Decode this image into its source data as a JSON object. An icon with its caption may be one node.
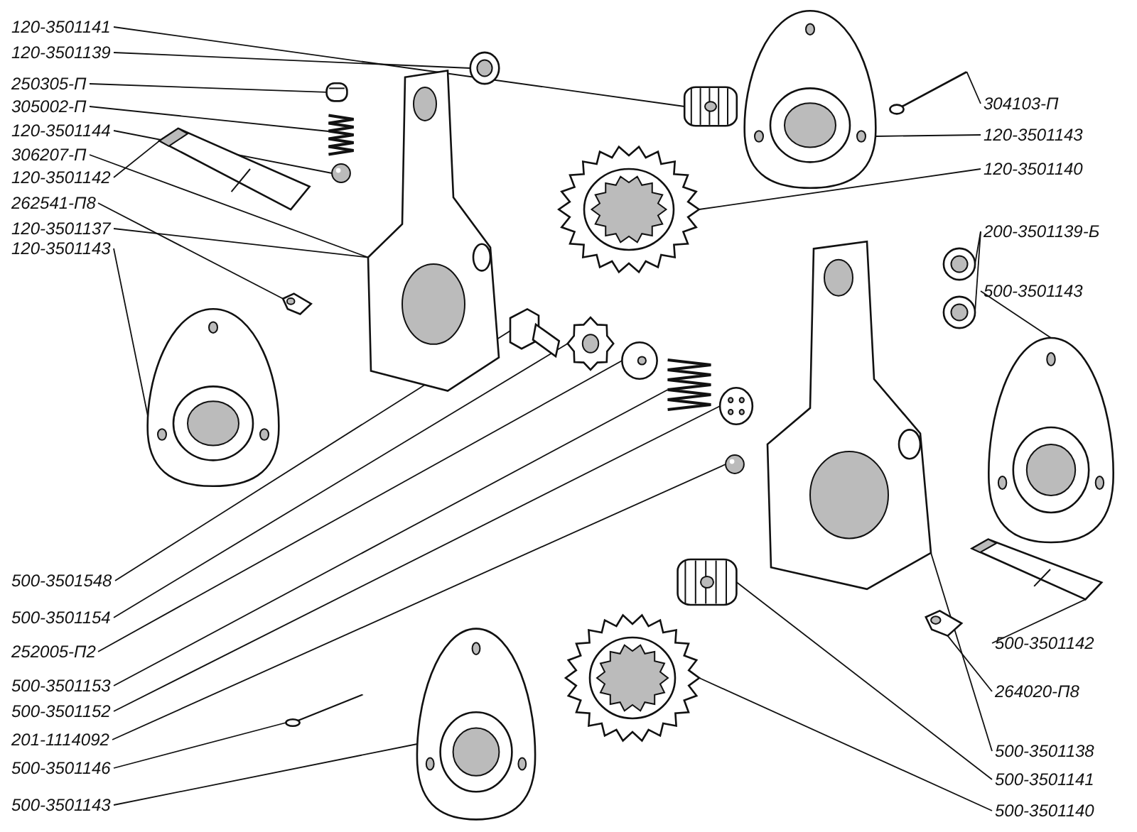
{
  "diagram": {
    "nodes": [
      {
        "text": [
          "120-3501141"
        ]
      },
      {
        "text": [
          "120-3501139"
        ]
      },
      {
        "text": [
          "250305-П"
        ]
      },
      {
        "text": [
          "305002-П"
        ]
      },
      {
        "text": [
          "120-3501144"
        ]
      },
      {
        "text": [
          "306207-П"
        ]
      },
      {
        "text": [
          "120-3501142"
        ]
      },
      {
        "text": [
          "262541-П8"
        ]
      },
      {
        "text": [
          "120-3501137"
        ]
      },
      {
        "text": [
          "120-3501143"
        ]
      },
      {
        "text": [
          "500-3501548"
        ]
      },
      {
        "text": [
          "500-3501154"
        ]
      },
      {
        "text": [
          "252005-П2"
        ]
      },
      {
        "text": [
          "500-3501153"
        ]
      },
      {
        "text": [
          "500-3501152"
        ]
      },
      {
        "text": [
          "201-1114092"
        ]
      },
      {
        "text": [
          "500-3501146"
        ]
      },
      {
        "text": [
          "500-3501143"
        ]
      },
      {
        "text": [
          "304103-П"
        ]
      },
      {
        "text": [
          "120-3501143"
        ]
      },
      {
        "text": [
          "120-3501140"
        ]
      },
      {
        "text": [
          "200-3501139-Б"
        ]
      },
      {
        "text": [
          "500-3501143"
        ]
      },
      {
        "text": [
          "500-3501142"
        ]
      },
      {
        "text": [
          "264020-П8"
        ]
      },
      {
        "text": [
          "500-3501138"
        ]
      },
      {
        "text": [
          "500-3501141"
        ]
      },
      {
        "text": [
          "500-3501140"
        ]
      },
      {
        "text": [],
        "shape": "picture"
      },
      {
        "text": [],
        "shape": "picture"
      },
      {
        "text": [],
        "shape": "picture"
      },
      {
        "text": [],
        "shape": "picture"
      },
      {
        "text": [],
        "shape": "picture"
      },
      {
        "text": [],
        "shape": "picture"
      },
      {
        "text": [],
        "shape": "picture"
      },
      {
        "text": [],
        "shape": "picture"
      },
      {
        "text": [],
        "shape": "picture"
      },
      {
        "text": [],
        "shape": "picture"
      },
      {
        "text": [],
        "shape": "picture"
      },
      {
        "text": [],
        "shape": "picture"
      },
      {
        "text": [],
        "shape": "picture"
      },
      {
        "text": [],
        "shape": "picture"
      },
      {
        "text": [],
        "shape": "picture"
      },
      {
        "text": [],
        "shape": "picture"
      },
      {
        "text": [],
        "shape": "picture"
      },
      {
        "text": [],
        "shape": "picture"
      },
      {
        "text": [],
        "shape": "picture"
      },
      {
        "text": [],
        "shape": "picture"
      },
      {
        "text": [],
        "shape": "picture"
      },
      {
        "text": [],
        "shape": "picture"
      },
      {
        "text": [],
        "shape": "picture"
      },
      {
        "text": [],
        "shape": "picture"
      },
      {
        "text": [],
        "shape": "picture"
      },
      {
        "text": [],
        "shape": "picture"
      },
      {
        "text": [],
        "shape": "picture"
      },
      {
        "text": [],
        "shape": "picture"
      }
    ],
    "edges": [
      {
        "from": 0,
        "to": 28,
        "arrow": "none"
      },
      {
        "from": 1,
        "to": 29,
        "arrow": "none"
      },
      {
        "from": 2,
        "to": 30,
        "arrow": "none"
      },
      {
        "from": 3,
        "to": 31,
        "arrow": "none"
      },
      {
        "from": 4,
        "to": 32,
        "arrow": "none"
      },
      {
        "from": 5,
        "to": 35,
        "arrow": "none"
      },
      {
        "from": 6,
        "to": 33,
        "arrow": "none"
      },
      {
        "from": 7,
        "to": 34,
        "arrow": "none"
      },
      {
        "from": 8,
        "to": 35,
        "arrow": "none"
      },
      {
        "from": 9,
        "to": 36,
        "arrow": "none"
      },
      {
        "from": 10,
        "to": 37,
        "arrow": "none"
      },
      {
        "from": 11,
        "to": 38,
        "arrow": "none"
      },
      {
        "from": 12,
        "to": 39,
        "arrow": "none"
      },
      {
        "from": 13,
        "to": 40,
        "arrow": "none"
      },
      {
        "from": 14,
        "to": 41,
        "arrow": "none"
      },
      {
        "from": 15,
        "to": 42,
        "arrow": "none"
      },
      {
        "from": 16,
        "to": 43,
        "arrow": "none"
      },
      {
        "from": 17,
        "to": 44,
        "arrow": "none"
      },
      {
        "from": 18,
        "to": 45,
        "arrow": "none"
      },
      {
        "from": 19,
        "to": 46,
        "arrow": "none"
      },
      {
        "from": 20,
        "to": 47,
        "arrow": "none"
      },
      {
        "from": 21,
        "to": 48,
        "arrow": "none"
      },
      {
        "from": 21,
        "to": 49,
        "arrow": "none"
      },
      {
        "from": 22,
        "to": 50,
        "arrow": "none"
      },
      {
        "from": 23,
        "to": 52,
        "arrow": "none"
      },
      {
        "from": 24,
        "to": 53,
        "arrow": "none"
      },
      {
        "from": 25,
        "to": 51,
        "arrow": "none"
      },
      {
        "from": 26,
        "to": 54,
        "arrow": "none"
      },
      {
        "from": 27,
        "to": 55,
        "arrow": "none"
      }
    ]
  }
}
